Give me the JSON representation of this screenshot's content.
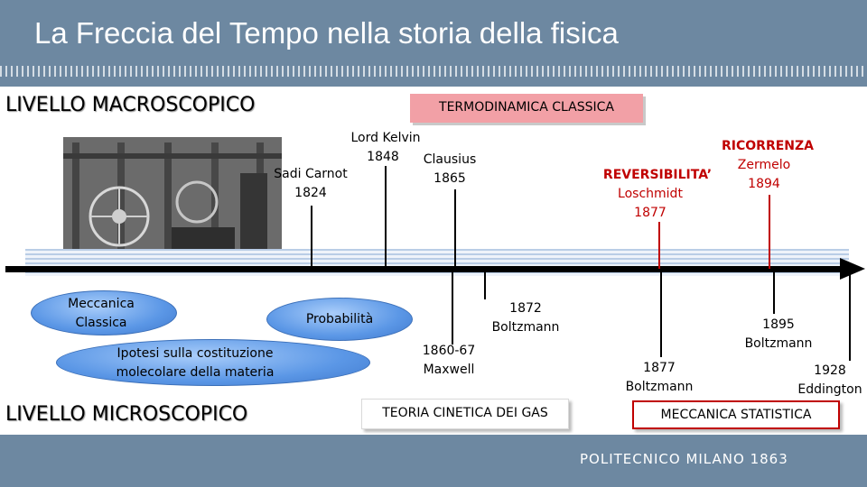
{
  "title": "La Freccia del Tempo nella storia della fisica",
  "levels": {
    "macro": "LIVELLO MACROSCOPICO",
    "micro": "LIVELLO MICROSCOPICO"
  },
  "boxes": {
    "thermo": "TERMODINAMICA CLASSICA",
    "kinetic": "TEORIA CINETICA DEI GAS",
    "statmech": "MECCANICA STATISTICA"
  },
  "upper": {
    "carnot": {
      "name": "Sadi Carnot",
      "year": "1824"
    },
    "kelvin": {
      "name": "Lord Kelvin",
      "year": "1848"
    },
    "clausius": {
      "name": "Clausius",
      "year": "1865"
    },
    "loschmidt": {
      "name": "REVERSIBILITA’",
      "person": "Loschmidt",
      "year": "1877"
    },
    "zermelo": {
      "name": "RICORRENZA",
      "person": "Zermelo",
      "year": "1894"
    }
  },
  "lower": {
    "boltz1872": {
      "year": "1872",
      "name": "Boltzmann"
    },
    "maxwell": {
      "year": "1860-67",
      "name": "Maxwell"
    },
    "boltz1877": {
      "year": "1877",
      "name": "Boltzmann"
    },
    "boltz1895": {
      "year": "1895",
      "name": "Boltzmann"
    },
    "eddington": {
      "year": "1928",
      "name": "Eddington"
    }
  },
  "ellipses": {
    "meccanica": [
      "Meccanica",
      "Classica"
    ],
    "probabilita": "Probabilità",
    "ipotesi": [
      "Ipotesi sulla costituzione",
      "molecolare della materia"
    ]
  },
  "footer": "POLITECNICO MILANO 1863",
  "colors": {
    "header": "#6d88a1",
    "accent_red": "#c00000",
    "thermo_box": "#f2a0a6",
    "ellipse": "#5b97e6"
  }
}
